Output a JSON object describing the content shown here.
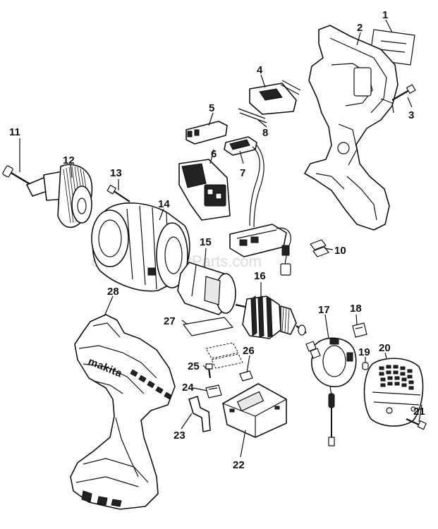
{
  "watermark": "eReplacementParts.com",
  "brand_mark": "makita",
  "callouts": [
    "1",
    "2",
    "3",
    "4",
    "5",
    "6",
    "7",
    "8",
    "10",
    "11",
    "12",
    "13",
    "14",
    "15",
    "16",
    "17",
    "18",
    "19",
    "20",
    "21",
    "22",
    "23",
    "24",
    "25",
    "26",
    "27",
    "28"
  ],
  "colors": {
    "ink": "#111111",
    "paper": "#ffffff",
    "watermark": "#cfcfcf"
  }
}
